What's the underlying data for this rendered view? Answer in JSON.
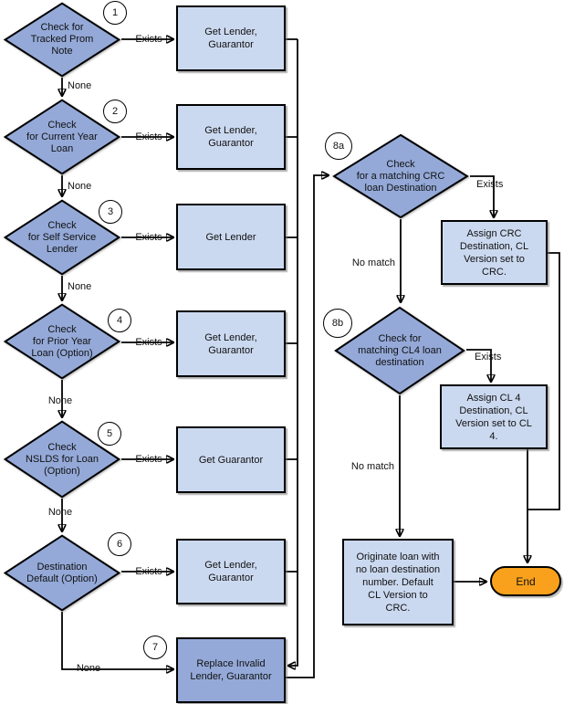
{
  "edge_labels": {
    "exists": "Exists",
    "none": "None",
    "no_match": "No match"
  },
  "nodes": {
    "d1": {
      "badge": "1",
      "label": "Check for\nTracked Prom\nNote"
    },
    "d2": {
      "badge": "2",
      "label": "Check\nfor Current Year\nLoan"
    },
    "d3": {
      "badge": "3",
      "label": "Check\nfor Self Service\nLender"
    },
    "d4": {
      "badge": "4",
      "label": "Check\nfor Prior Year\nLoan (Option)"
    },
    "d5": {
      "badge": "5",
      "label": "Check\nNSLDS for Loan\n(Option)"
    },
    "d6": {
      "badge": "6",
      "label": "Destination\nDefault (Option)"
    },
    "d8a": {
      "badge": "8a",
      "label": "Check\nfor a matching CRC\nloan Destination"
    },
    "d8b": {
      "badge": "8b",
      "label": "Check for\nmatching CL4 loan\ndestination"
    },
    "b1": {
      "label": "Get Lender,\nGuarantor"
    },
    "b2": {
      "label": "Get Lender,\nGuarantor"
    },
    "b3": {
      "label": "Get Lender"
    },
    "b4": {
      "label": "Get Lender,\nGuarantor"
    },
    "b5": {
      "label": "Get Guarantor"
    },
    "b6": {
      "label": "Get Lender,\nGuarantor"
    },
    "b7": {
      "badge": "7",
      "label": "Replace Invalid\nLender, Guarantor"
    },
    "b8a": {
      "label": "Assign CRC\nDestination, CL\nVersion set to\nCRC."
    },
    "b8b": {
      "label": "Assign CL  4\nDestination, CL\nVersion set to CL\n4."
    },
    "b9": {
      "label": "Originate loan with\nno loan destination\nnumber. Default\nCL Version to\nCRC."
    },
    "end": {
      "label": "End"
    }
  },
  "colors": {
    "decision_fill": "#94A9D8",
    "process_fill": "#CBD9F0",
    "emphasis_fill": "#94A9D8",
    "end_fill": "#F9A11C",
    "line": "#000000"
  }
}
